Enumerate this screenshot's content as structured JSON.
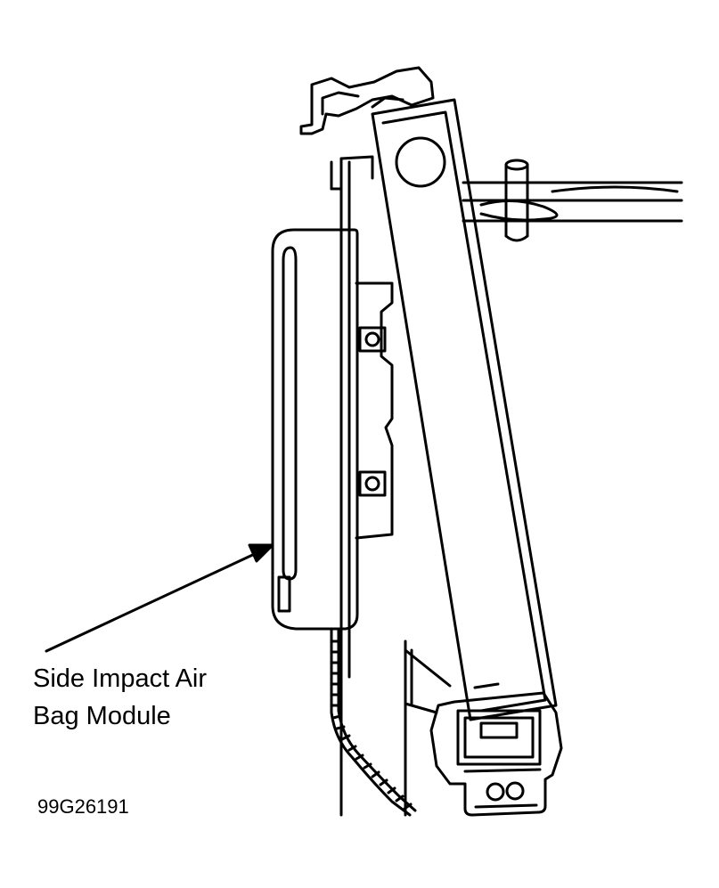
{
  "callout": {
    "line1": "Side Impact Air",
    "line2": "Bag Module"
  },
  "figure_id": "99G26191",
  "colors": {
    "ink": "#000000",
    "paper": "#ffffff"
  }
}
